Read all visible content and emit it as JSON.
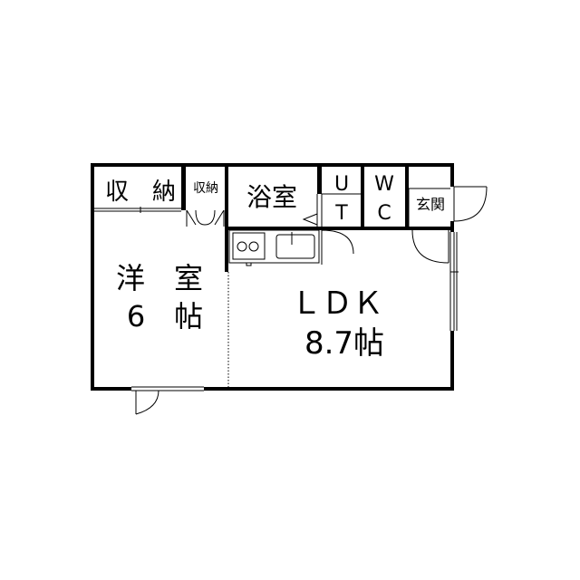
{
  "rooms": {
    "storage_large": "収　納",
    "storage_small": "収納",
    "bathroom": "浴室",
    "ut_top": "U",
    "ut_bottom": "T",
    "wc_top": "W",
    "wc_bottom": "C",
    "entrance": "玄関",
    "western_room_line1": "洋　室",
    "western_room_line2": "6　帖",
    "ldk_line1": "ＬＤＫ",
    "ldk_line2": "8.7帖"
  },
  "colors": {
    "wall": "#000000",
    "background": "#ffffff"
  }
}
